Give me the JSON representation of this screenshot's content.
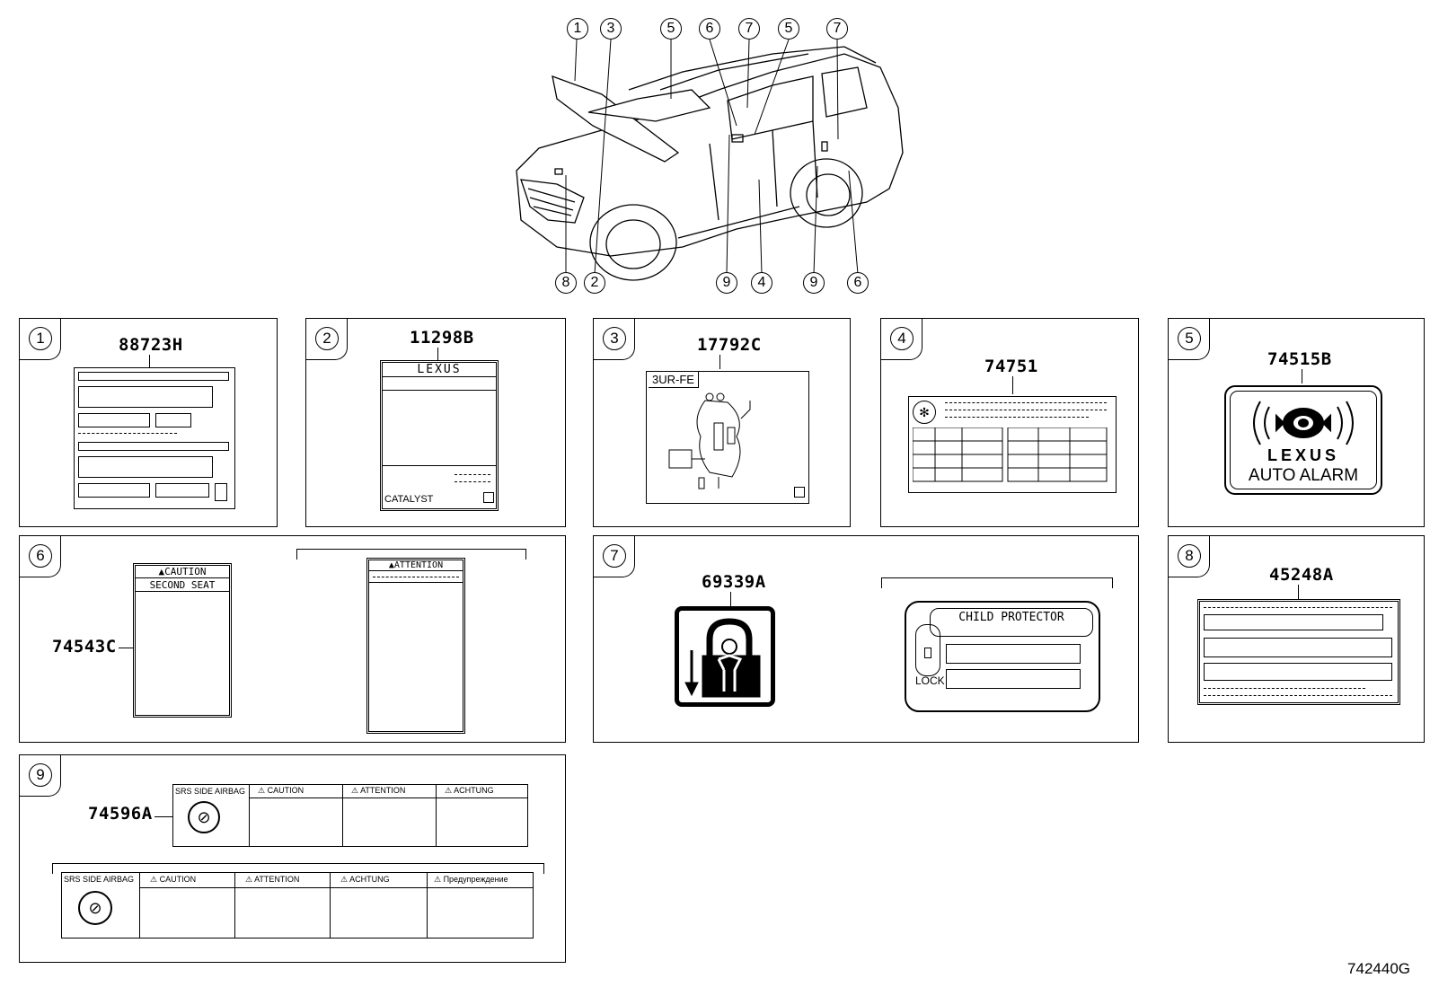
{
  "doc_number": "742440G",
  "vehicle_callouts": {
    "top": [
      "1",
      "3",
      "5",
      "6",
      "7",
      "5",
      "7"
    ],
    "bottom": [
      "8",
      "2",
      "9",
      "4",
      "9",
      "6"
    ]
  },
  "panels": {
    "p1": {
      "index": "1",
      "part_no": "88723H"
    },
    "p2": {
      "index": "2",
      "part_no": "11298B",
      "brand": "LEXUS",
      "footer": "CATALYST"
    },
    "p3": {
      "index": "3",
      "part_no": "17792C",
      "engine": "3UR-FE"
    },
    "p4": {
      "index": "4",
      "part_no": "74751"
    },
    "p5": {
      "index": "5",
      "part_no": "74515B",
      "brand": "LEXUS",
      "caption": "AUTO ALARM"
    },
    "p6": {
      "index": "6",
      "part_no": "74543C",
      "label_a": {
        "header": "▲CAUTION",
        "sub": "SECOND SEAT"
      },
      "label_b": {
        "header": "▲ATTENTION"
      }
    },
    "p7": {
      "index": "7",
      "part_no": "69339A",
      "title": "CHILD PROTECTOR",
      "lock": "LOCK"
    },
    "p8": {
      "index": "8",
      "part_no": "45248A"
    },
    "p9": {
      "index": "9",
      "part_no": "74596A",
      "top_cells": [
        "SRS SIDE AIRBAG",
        "CAUTION",
        "ATTENTION",
        "ACHTUNG"
      ],
      "bottom_cells": [
        "SRS SIDE AIRBAG",
        "CAUTION",
        "ATTENTION",
        "ACHTUNG",
        "Предупреждение"
      ]
    }
  }
}
